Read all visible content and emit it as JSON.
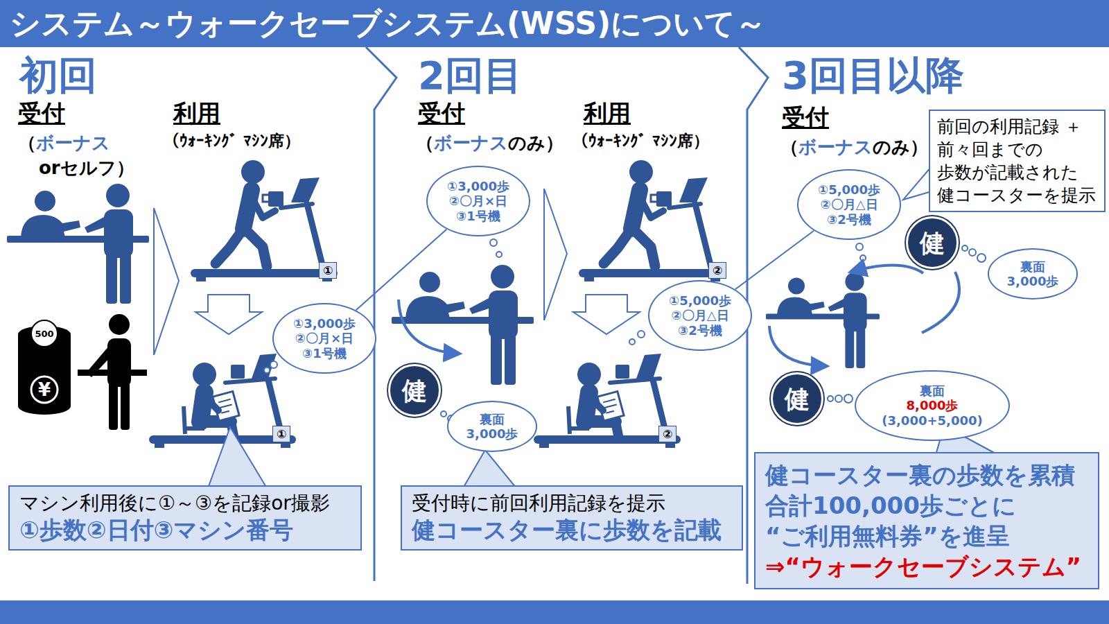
{
  "diagram": {
    "title": "システム～ウォークセーブシステム(WSS)について～",
    "nodes": [
      {
        "text": [
          "①"
        ]
      },
      {
        "text": [
          "①3,000歩",
          "②〇月×日",
          "③1号機"
        ]
      },
      {
        "text": [
          "①"
        ]
      },
      {
        "text": [
          "マシン利用後に①～③を記録or撮影",
          "①歩数②日付③マシン番号"
        ]
      },
      {
        "text": [
          "①3,000歩",
          "②〇月×日",
          "③1号機"
        ]
      },
      {
        "text": [
          "②"
        ]
      },
      {
        "text": [
          "①5,000歩",
          "②〇月△日",
          "③2号機"
        ]
      },
      {
        "text": [
          "健"
        ]
      },
      {
        "text": [
          "裏面",
          "3,000歩"
        ]
      },
      {
        "text": [
          "②"
        ]
      },
      {
        "text": [
          "受付時に前回利用記録を提示",
          "健コースター裏に歩数を記載"
        ]
      },
      {
        "text": [
          "前回の利用記録 ＋前々回までの 歩数が記載された 健コースターを提示"
        ]
      },
      {
        "text": [
          "①5,000歩",
          "②〇月△日",
          "③2号機"
        ]
      },
      {
        "text": [
          "健"
        ]
      },
      {
        "text": [
          "裏面",
          "3,000歩"
        ]
      },
      {
        "text": [
          "健"
        ]
      },
      {
        "text": [
          "裏面",
          "8,000歩",
          "(3,000+5,000)"
        ]
      },
      {
        "text": [
          "健コースター裏の歩数を累積",
          "合計100,000歩ごとに",
          "“ご利用無料券”を進呈",
          "⇒“ウォークセーブシステム”"
        ]
      }
    ],
    "edges": [
      {
        "from": 1,
        "to": 4,
        "arrow": "none"
      },
      {
        "from": 6,
        "to": 12,
        "arrow": "none"
      }
    ],
    "labels": [
      "初回",
      "受付",
      "（",
      "ボーナス",
      "orセルフ）",
      "利用",
      "（ｳｫｰｷﾝｸﾞ ﾏｼﾝ席）",
      "500",
      "¥",
      "2回目",
      "受付",
      "（",
      "ボーナス",
      "のみ）",
      "利用",
      "（ｳｫｰｷﾝｸﾞ ﾏｼﾝ席）",
      "3回目以降",
      "受付",
      "（",
      "ボーナス",
      "のみ）"
    ]
  }
}
